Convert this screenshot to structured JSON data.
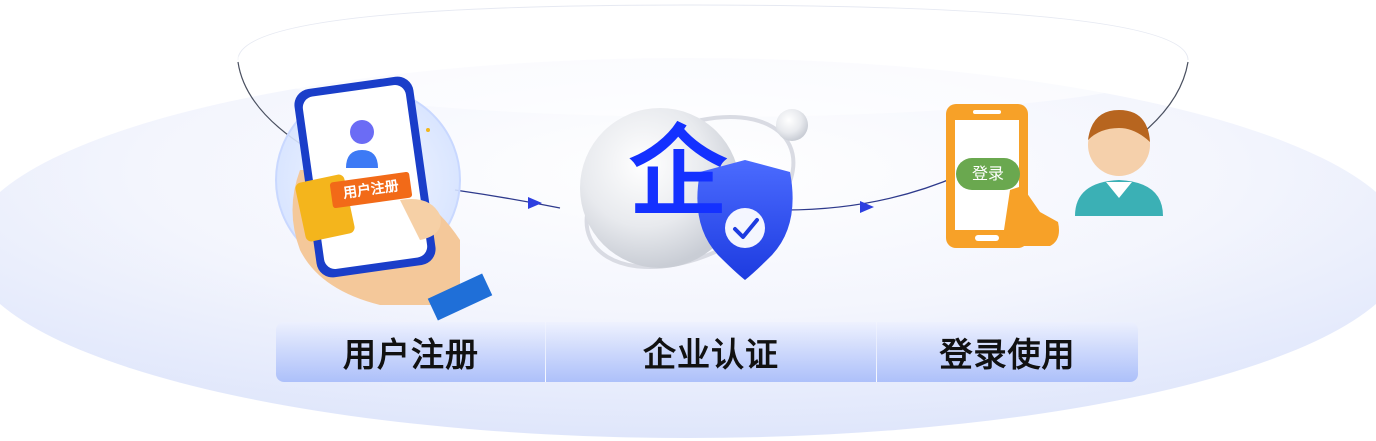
{
  "steps": [
    {
      "label": "用户注册",
      "icon": "phone-register-icon"
    },
    {
      "label": "企业认证",
      "icon": "enterprise-shield-icon"
    },
    {
      "label": "登录使用",
      "icon": "phone-login-icon"
    }
  ],
  "illustrations": {
    "register_tag": "用户注册",
    "enterprise_char": "企",
    "login_chip": "登录"
  },
  "colors": {
    "accent": "#1431ff",
    "orange": "#f7a128",
    "green": "#6aa84f",
    "teal": "#3bb0b5",
    "label_bar": "#a8bcf8"
  }
}
